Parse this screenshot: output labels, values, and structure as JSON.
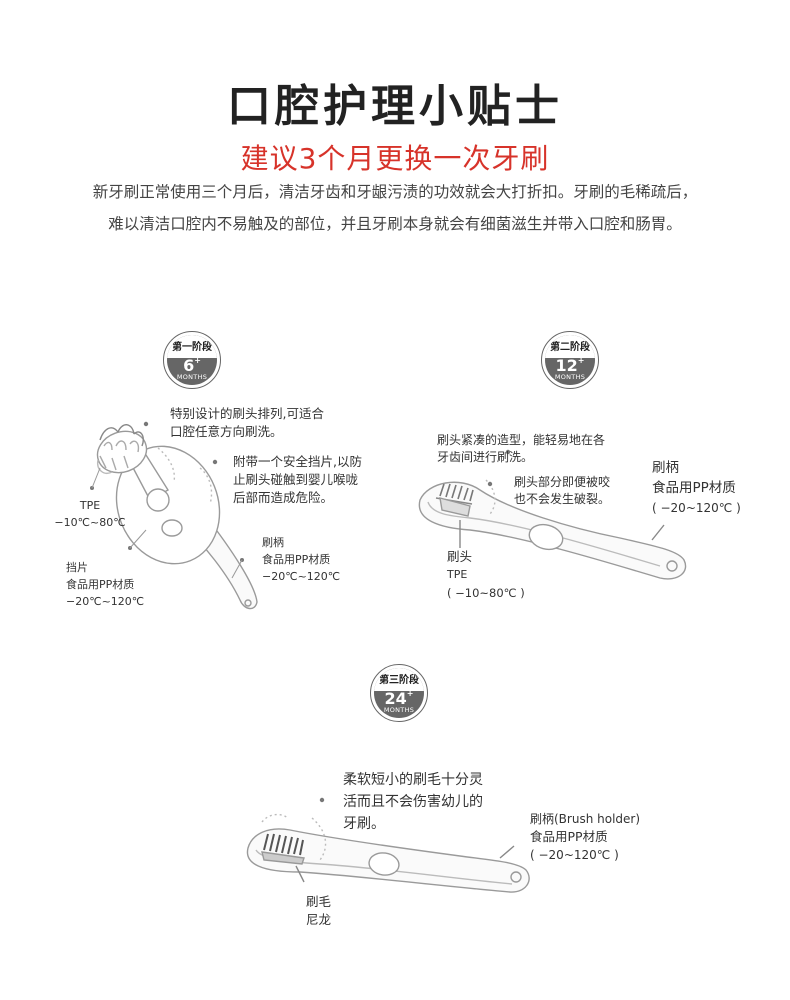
{
  "header": {
    "title": "口腔护理小贴士",
    "subtitle": "建议3个月更换一次牙刷",
    "intro_line1": "新牙刷正常使用三个月后，清洁牙齿和牙龈污渍的功效就会大打折扣。牙刷的毛稀疏后，",
    "intro_line2": "难以清洁口腔内不易触及的部位，并且牙刷本身就会有细菌滋生并带入口腔和肠胃。"
  },
  "stage1": {
    "badge": {
      "label": "第一阶段",
      "number": "6",
      "plus": "+",
      "unit": "MONTHS"
    },
    "note1_line1": "特别设计的刷头排列,可适合",
    "note1_line2": "口腔任意方向刷洗。",
    "note2_line1": "附带一个安全挡片,以防",
    "note2_line2": "止刷头碰触到婴儿喉咙",
    "note2_line3": "后部而造成危险。",
    "tpe_label": "TPE",
    "tpe_range": "−10℃~80℃",
    "shield_line1": "挡片",
    "shield_line2": "食品用PP材质",
    "shield_line3": "−20℃~120℃",
    "handle_line1": "刷柄",
    "handle_line2": "食品用PP材质",
    "handle_line3": "−20℃~120℃"
  },
  "stage2": {
    "badge": {
      "label": "第二阶段",
      "number": "12",
      "plus": "+",
      "unit": "MONTHS"
    },
    "note1_line1": "刷头紧凑的造型，能轻易地在各",
    "note1_line2": "牙齿间进行刷洗。",
    "note2_line1": "刷头部分即便被咬",
    "note2_line2": "也不会发生破裂。",
    "handle_line1": "刷柄",
    "handle_line2": "食品用PP材质",
    "handle_line3": "( −20~120℃ )",
    "head_line1": "刷头",
    "head_line2": "TPE",
    "head_line3": "( −10~80℃ )"
  },
  "stage3": {
    "badge": {
      "label": "第三阶段",
      "number": "24",
      "plus": "+",
      "unit": "MONTHS"
    },
    "note_line1": "柔软短小的刷毛十分灵",
    "note_line2": "活而且不会伤害幼儿的",
    "note_line3": "牙刷。",
    "handle_line1": "刷柄(Brush holder)",
    "handle_line2": "食品用PP材质",
    "handle_line3": "( −20~120℃ )",
    "bristle_line1": "刷毛",
    "bristle_line2": "尼龙"
  }
}
